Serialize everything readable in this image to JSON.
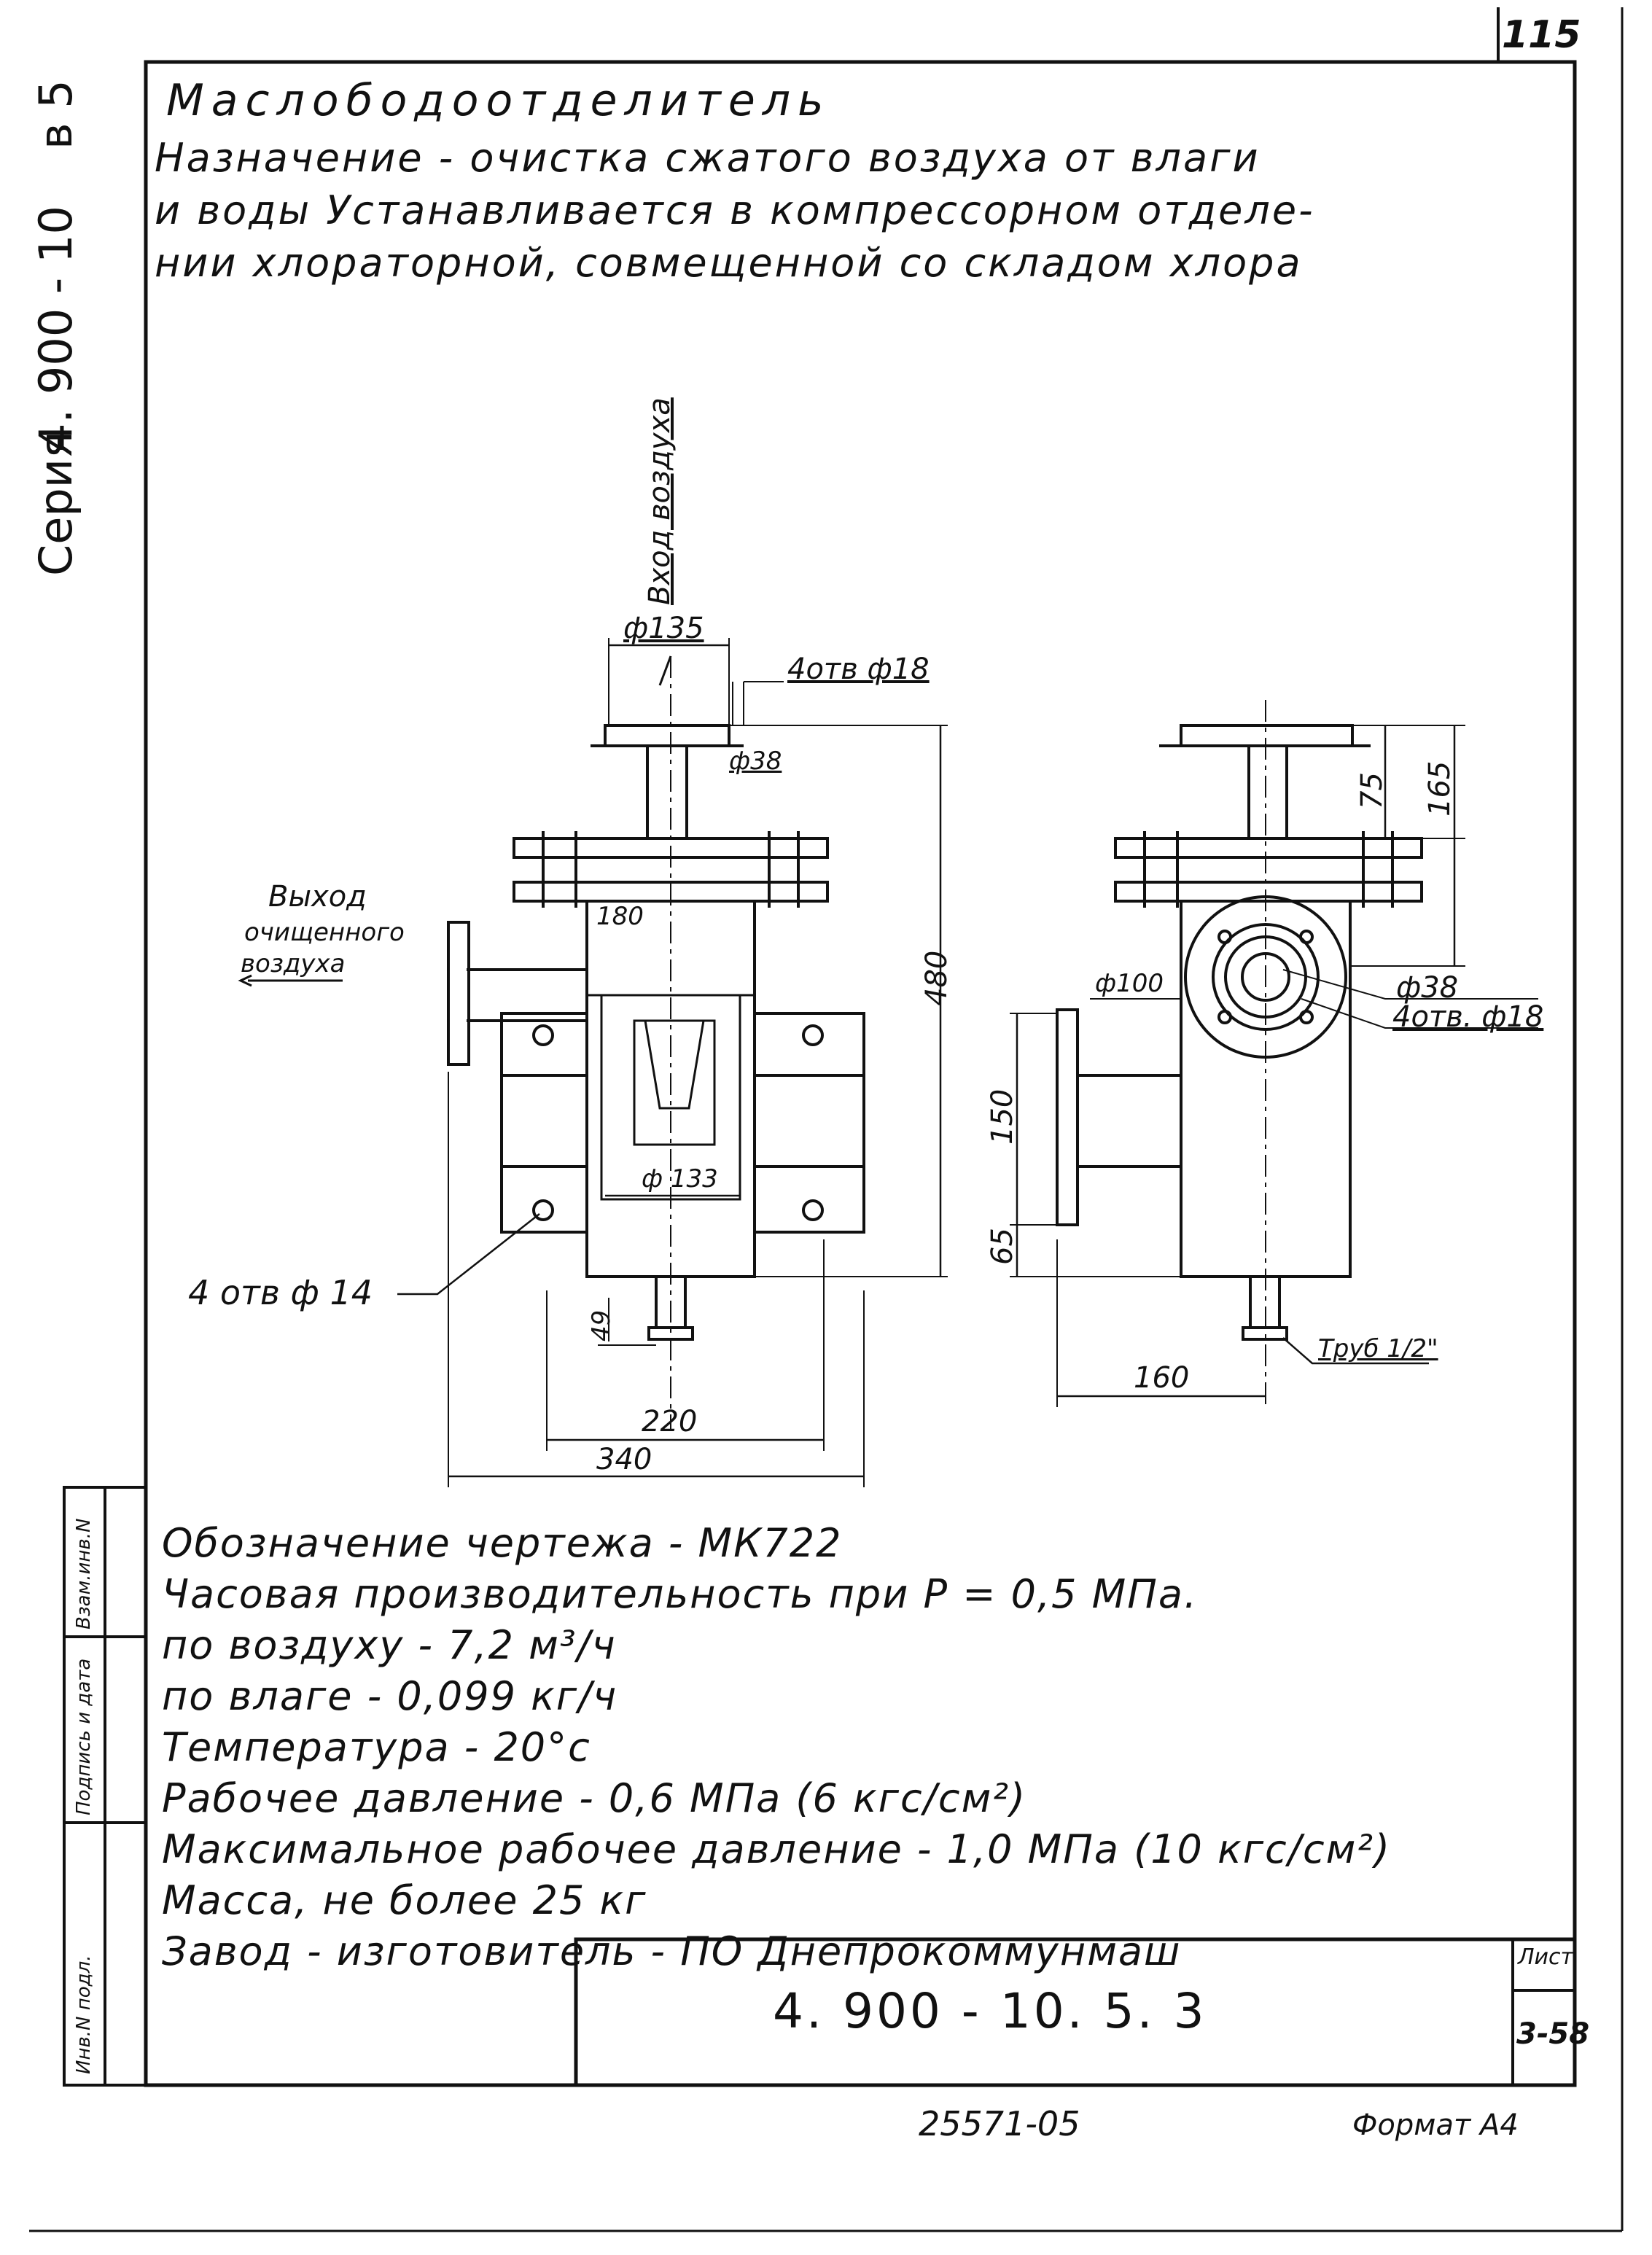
{
  "page_number": "115",
  "series": {
    "label": "Серия",
    "code": "4. 900 - 10",
    "issue": "в 5"
  },
  "title": "Маслободоотделитель",
  "purpose": [
    "Назначение - очистка сжатого воздуха от влаги",
    "и воды Устанавливается в компрессорном отделе-",
    "нии хлораторной, совмещенной со складом хлора"
  ],
  "callouts": {
    "air_inlet": "Вход воздуха",
    "outlet": [
      "Выход",
      "очищенного",
      "воздуха"
    ],
    "holes_bottom": "4 отв ф 14",
    "pipe": "Труб 1/2\"",
    "holes_top": "4отв ф18",
    "holes_right": "4отв. ф18"
  },
  "dimensions": {
    "d135": "ф135",
    "d38_top": "ф38",
    "d180": "180",
    "d480": "480",
    "d133": "ф 133",
    "d49": "49",
    "d220": "220",
    "d340": "340",
    "d75": "75",
    "d165": "165",
    "d100": "ф100",
    "d38_right": "ф38",
    "d150": "150",
    "d65": "65",
    "d160": "160"
  },
  "specs": [
    "Обозначение чертежа - МК722",
    "Часовая производительность при Р = 0,5 МПа.",
    "по воздуху - 7,2 м³/ч",
    "по влаге - 0,099 кг/ч",
    "Температура - 20°с",
    "Рабочее давление - 0,6 МПа (6 кгс/см²)",
    "Максимальное рабочее давление - 1,0 МПа (10 кгс/см²)",
    "Масса, не более 25 кг",
    "Завод - изготовитель - ПО Днепрокоммунмаш"
  ],
  "title_block": {
    "code": "4. 900 - 10. 5. 3",
    "sheet_label": "Лист",
    "sheet_number": "3-58"
  },
  "side_stamps": [
    "Инв.N подл.",
    "Подпись и дата",
    "Взам.инв.N"
  ],
  "footer": {
    "number": "25571-05",
    "format": "Формат А4"
  }
}
